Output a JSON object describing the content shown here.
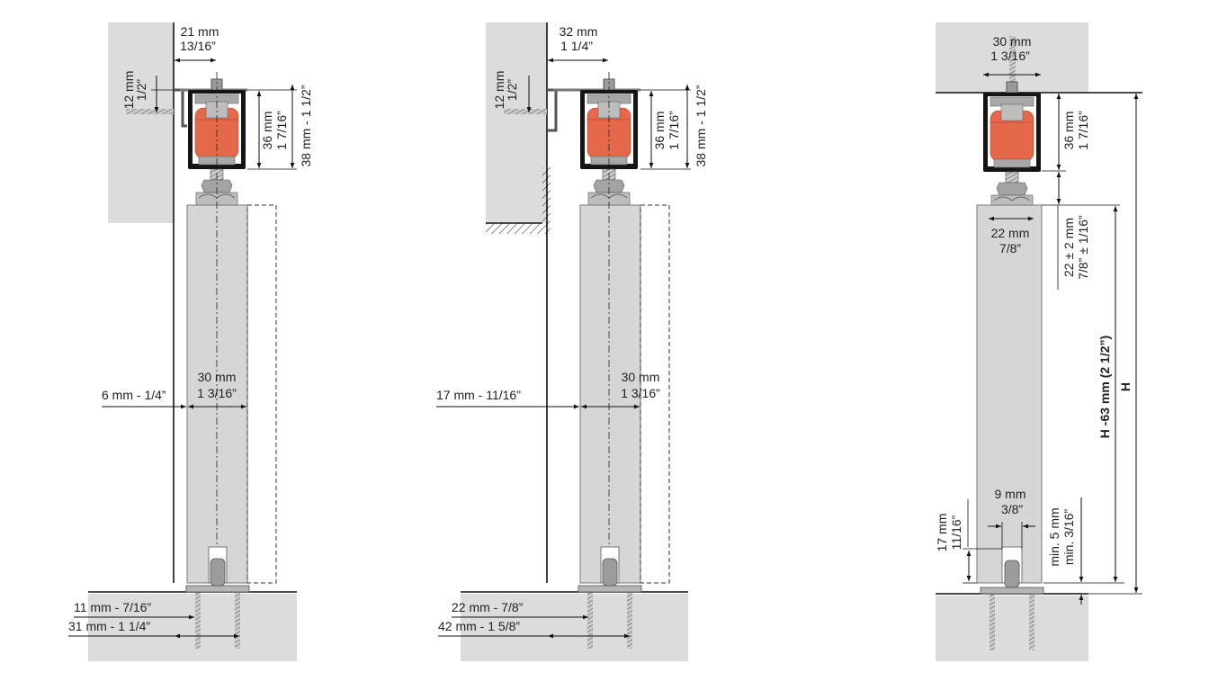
{
  "diagram": {
    "colors": {
      "roller": "#e5684a",
      "wall": "#dcdcdc",
      "door": "#d6d6d6",
      "track": "#151515"
    },
    "wall_mount": {
      "top_offset": [
        "21 mm",
        "13/16”"
      ],
      "bracket_height": [
        "12 mm",
        "1/2”"
      ],
      "track_height": [
        "36 mm",
        "1 7/16”"
      ],
      "overall_height": "38 mm - 1 1/2”",
      "door_thickness": [
        "30 mm",
        "1 3/16”"
      ],
      "wall_gap": "6 mm - 1/4”",
      "guide_offset_1": "11 mm - 7/16”",
      "guide_offset_2": "31 mm - 1 1/4”"
    },
    "wall_mount_recess": {
      "top_offset": [
        "32 mm",
        "1 1/4”"
      ],
      "bracket_height": [
        "12 mm",
        "1/2”"
      ],
      "track_height": [
        "36 mm",
        "1 7/16”"
      ],
      "overall_height": "38 mm - 1 1/2”",
      "door_thickness": [
        "30 mm",
        "1 3/16”"
      ],
      "wall_gap": "17 mm - 11/16”",
      "guide_offset_1": "22 mm - 7/8”",
      "guide_offset_2": "42 mm - 1 5/8”"
    },
    "ceiling_mount": {
      "track_width": [
        "30 mm",
        "1 3/16”"
      ],
      "track_height": [
        "36 mm",
        "1 7/16”"
      ],
      "hanger_width": [
        "22 mm",
        "7/8”"
      ],
      "hanger_gap": [
        "22 ± 2 mm",
        "7/8” ± 1/16”"
      ],
      "door_height": "H -63 mm (2 1/2”)",
      "opening_height": "H",
      "guide_width": [
        "9 mm",
        "3/8”"
      ],
      "groove_depth": [
        "17 mm",
        "11/16”"
      ],
      "floor_clearance": [
        "min. 5 mm",
        "min. 3/16”"
      ]
    }
  }
}
